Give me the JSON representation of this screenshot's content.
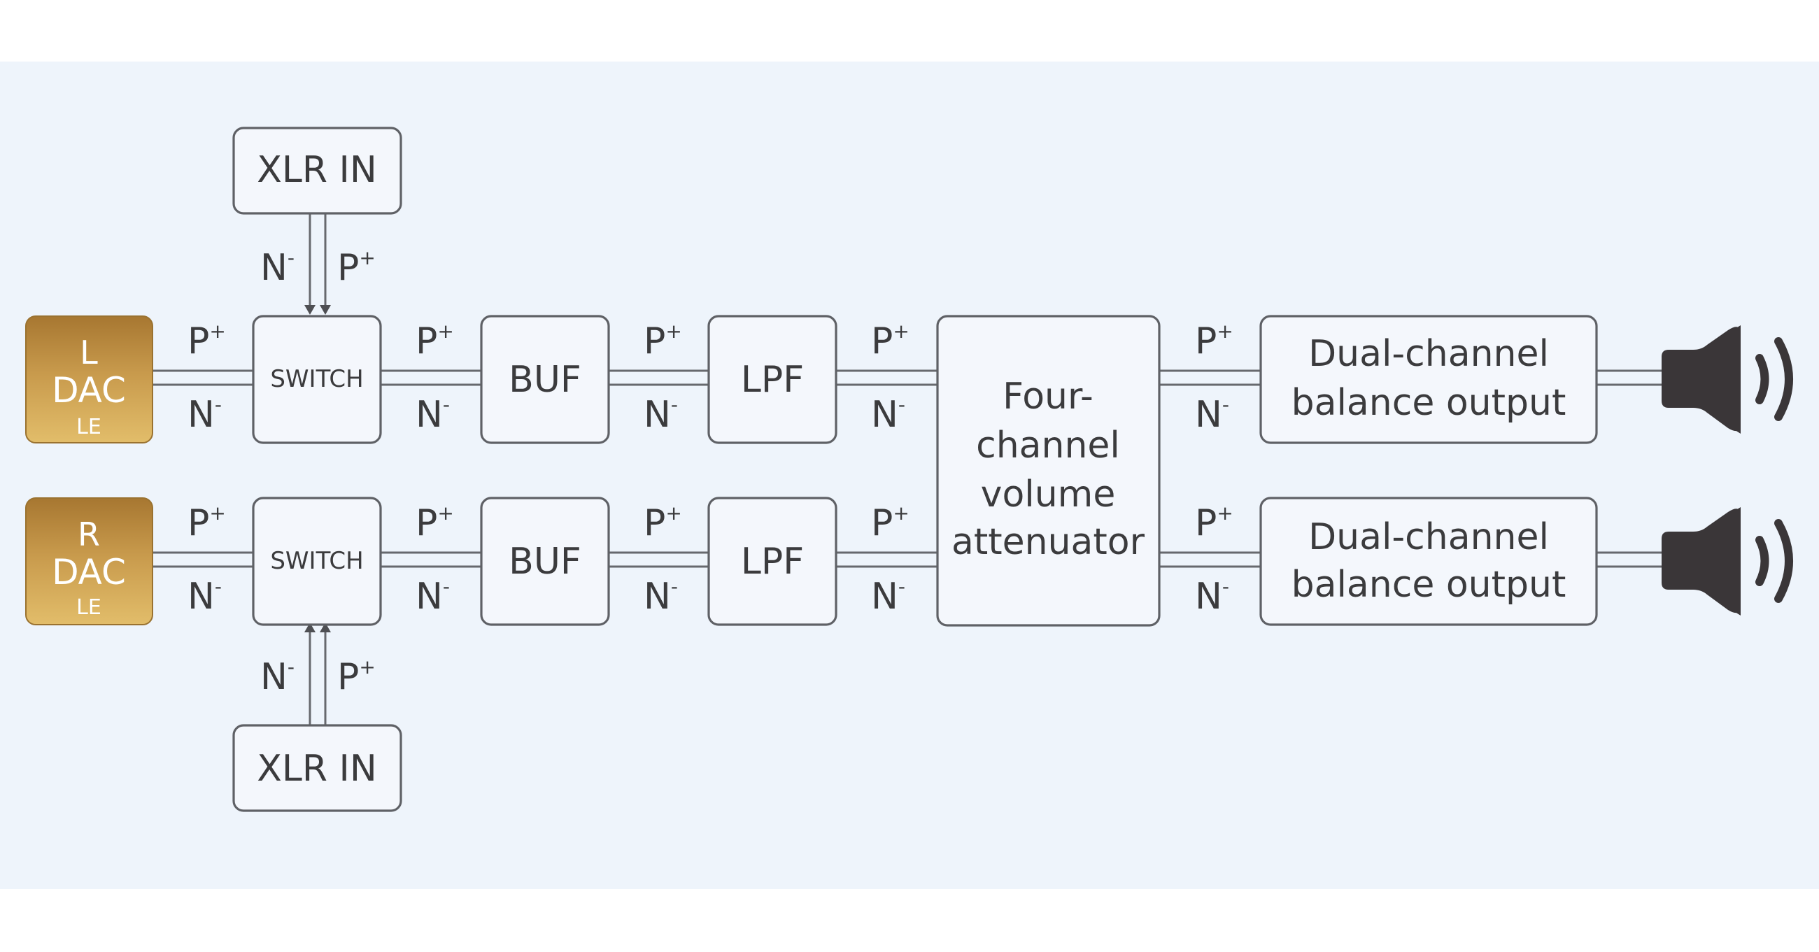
{
  "dac_left": {
    "line1": "L",
    "line2": "DAC",
    "line3": "LE"
  },
  "dac_right": {
    "line1": "R",
    "line2": "DAC",
    "line3": "LE"
  },
  "xlr_top": "XLR IN",
  "xlr_bottom": "XLR IN",
  "switch_label": "SWITCH",
  "buf_label": "BUF",
  "lpf_label": "LPF",
  "attenuator": {
    "line1": "Four-",
    "line2": "channel",
    "line3": "volume",
    "line4": "attenuator"
  },
  "output": {
    "line1": "Dual-channel",
    "line2": "balance output"
  },
  "pins": {
    "p": "P",
    "p_sup": "+",
    "n": "N",
    "n_sup": "-"
  },
  "colors": {
    "background_band": "#eef4fb",
    "box_fill": "#f4f7fc",
    "box_stroke": "#5f6166",
    "dac_gold_light": "#dcb265",
    "dac_gold_dark": "#a97b32",
    "speaker": "#3a3638",
    "text": "#3b3b3d"
  },
  "icons": {
    "speaker": "speaker-icon"
  }
}
